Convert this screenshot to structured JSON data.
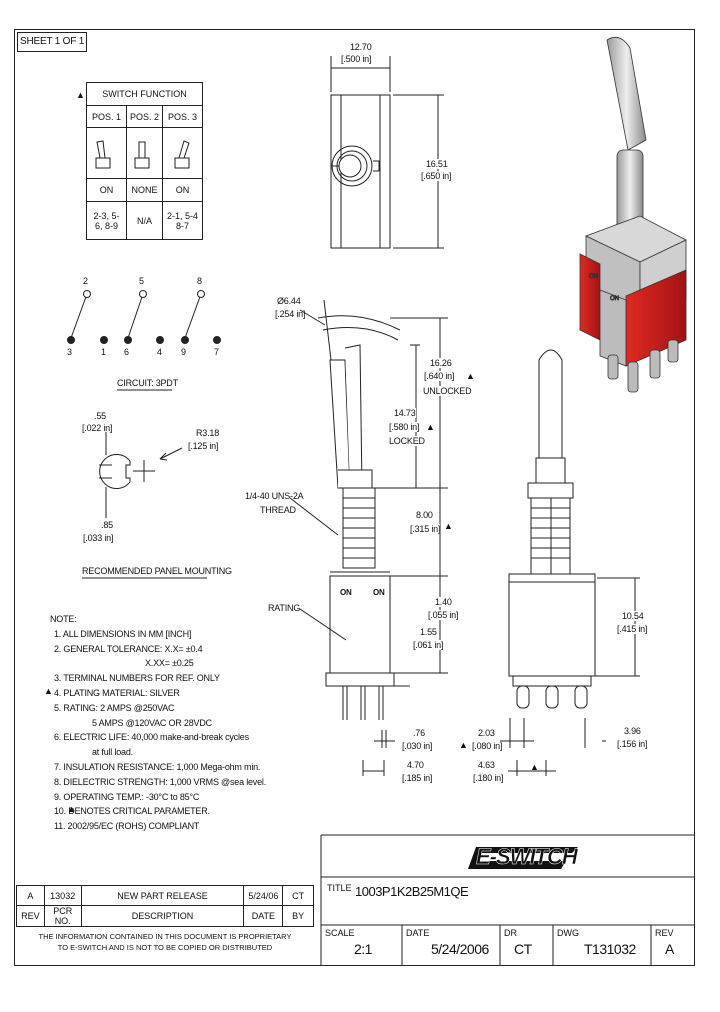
{
  "sheet_label": "SHEET 1 OF 1",
  "switch_function": {
    "title": "SWITCH FUNCTION",
    "positions": [
      "POS. 1",
      "POS. 2",
      "POS. 3"
    ],
    "states": [
      "ON",
      "NONE",
      "ON"
    ],
    "connections": [
      "2-3, 5-6, 8-9",
      "N/A",
      "2-1, 5-4 8-7"
    ]
  },
  "circuit": {
    "top_pins": [
      "2",
      "5",
      "8"
    ],
    "bottom_pins": [
      "3",
      "1",
      "6",
      "4",
      "9",
      "7"
    ],
    "label": "CIRCUIT: 3PDT"
  },
  "panel_mounting": {
    "dim_key_top": ".55",
    "dim_key_top_in": "[.022 in]",
    "radius": "R3.18",
    "radius_in": "[.125 in]",
    "dim_key_bottom": ".85",
    "dim_key_bottom_in": "[.033 in]",
    "label": "RECOMMENDED PANEL MOUNTING"
  },
  "top_view": {
    "width": "12.70",
    "width_in": "[.500 in]",
    "height": "16.51",
    "height_in": "[.650 in]"
  },
  "side_view": {
    "lever_dia": "Ø6.44",
    "lever_dia_in": "[.254 in]",
    "unlocked": "16.26",
    "unlocked_in": "[.640 in]",
    "unlocked_label": "UNLOCKED",
    "locked": "14.73",
    "locked_in": "[.580 in]",
    "locked_label": "LOCKED",
    "thread": "1/4-40 UNS-2A",
    "thread_label": "THREAD",
    "bushing": "8.00",
    "bushing_in": "[.315 in]",
    "rating_label": "RATING",
    "on_left": "ON",
    "on_right": "ON",
    "body": "1.40",
    "body_in": "[.055 in]",
    "term": "1.55",
    "term_in": "[.061 in]",
    "pin_w": ".76",
    "pin_w_in": "[.030 in]",
    "span": "4.70",
    "span_in": "[.185 in]"
  },
  "front_view": {
    "height": "10.54",
    "height_in": "[.415 in]",
    "pin_pitch": "2.03",
    "pin_pitch_in": "[.080 in]",
    "pin_side": "3.96",
    "pin_side_in": "[.156 in]",
    "span": "4.63",
    "span_in": "[.180 in]"
  },
  "notes": {
    "heading": "NOTE:",
    "lines": [
      "1. ALL DIMENSIONS IN MM [INCH]",
      "2. GENERAL TOLERANCE: X.X= ±0.4",
      "X.XX= ±0.25",
      "3. TERMINAL NUMBERS FOR REF. ONLY",
      "4. PLATING MATERIAL: SILVER",
      "5. RATING: 2 AMPS @250VAC",
      "5 AMPS @120VAC OR 28VDC",
      "6. ELECTRIC LIFE: 40,000 make-and-break cycles",
      "at full load.",
      "7. INSULATION RESISTANCE: 1,000 Mega-ohm min.",
      "8. DIELECTRIC STRENGTH: 1,000 VRMS @sea level.",
      "9. OPERATING TEMP.: -30°C to 85°C",
      "10.  DENOTES CRITICAL PARAMETER.",
      "11. 2002/95/EC (ROHS) COMPLIANT"
    ]
  },
  "revision_table": {
    "row": [
      "A",
      "13032",
      "NEW PART RELEASE",
      "5/24/06",
      "CT"
    ],
    "header": [
      "REV",
      "PCR NO.",
      "DESCRIPTION",
      "DATE",
      "BY"
    ],
    "proprietary": [
      "THE INFORMATION CONTAINED IN THIS DOCUMENT IS PROPRIETARY",
      "TO E-SWITCH AND IS NOT TO BE COPIED OR DISTRIBUTED"
    ]
  },
  "title_block": {
    "logo": "E-SWITCH",
    "title_label": "TITLE",
    "title": "1003P1K2B25M1QE",
    "scale_label": "SCALE",
    "scale": "2:1",
    "date_label": "DATE",
    "date": "5/24/2006",
    "dr_label": "DR",
    "dr": "CT",
    "dwg_label": "DWG",
    "dwg": "T131032",
    "rev_label": "REV",
    "rev": "A"
  },
  "colors": {
    "housing_red": "#c8191c",
    "metal": "#c9c9c9",
    "line": "#222222"
  }
}
